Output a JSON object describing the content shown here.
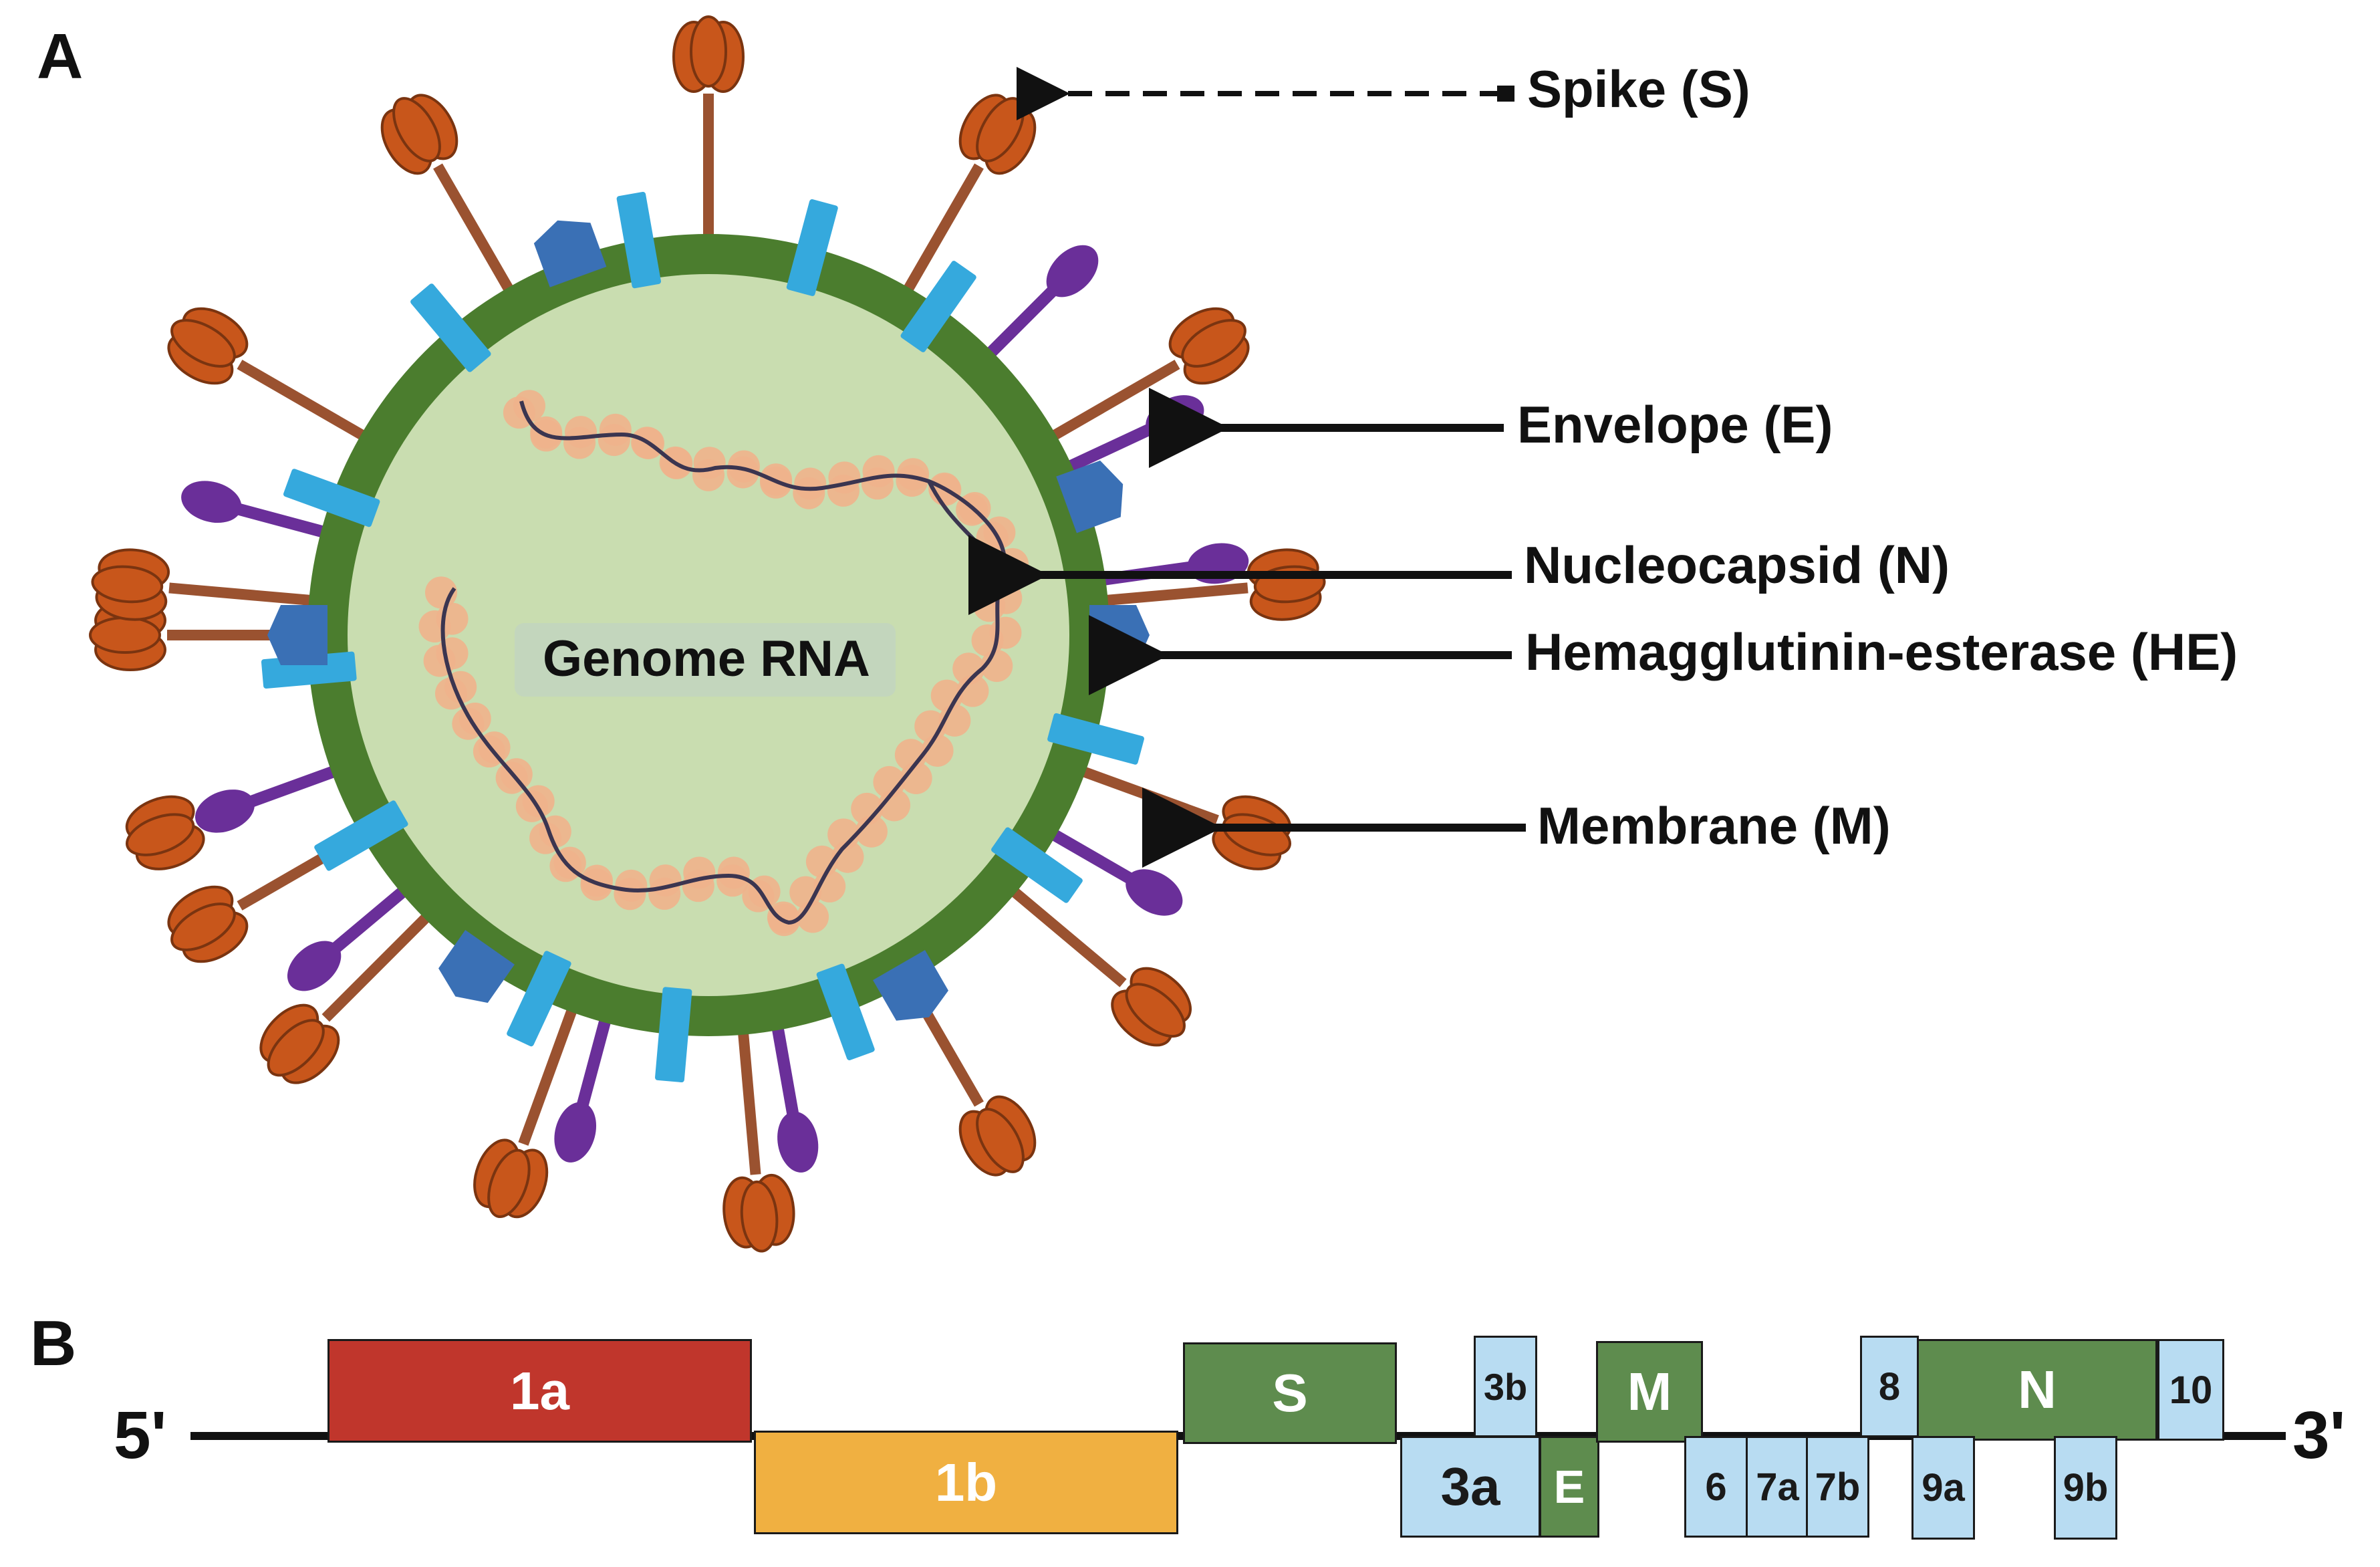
{
  "panels": {
    "a": "A",
    "b": "B"
  },
  "virion": {
    "center_label": "Genome RNA",
    "colors": {
      "membrane": "#4b7d2e",
      "interior": "#c9ddb0",
      "spike_stalk": "#9a5230",
      "spike_head": "#c8561b",
      "envelope_protein": "#6a2f99",
      "membrane_protein": "#35a9dd",
      "he_protein": "#3a70b5",
      "nucleocapsid": "#f0b28c",
      "rna": "#3b3550"
    },
    "callouts": [
      {
        "id": "spike",
        "label": "Spike (S)",
        "line": "dashed"
      },
      {
        "id": "envelope",
        "label": "Envelope (E)",
        "line": "solid"
      },
      {
        "id": "nucleocapsid",
        "label": "Nucleocapsid (N)",
        "line": "solid"
      },
      {
        "id": "he",
        "label": "Hemagglutinin-esterase (HE)",
        "line": "solid"
      },
      {
        "id": "membrane",
        "label": "Membrane (M)",
        "line": "solid"
      }
    ]
  },
  "genome": {
    "five_prime": "5'",
    "three_prime": "3'",
    "genes": [
      {
        "id": "1a",
        "label": "1a",
        "color": "#c0362c",
        "text_color": "#ffffff"
      },
      {
        "id": "1b",
        "label": "1b",
        "color": "#f0b041",
        "text_color": "#ffffff"
      },
      {
        "id": "S",
        "label": "S",
        "color": "#5e8c4e",
        "text_color": "#ffffff"
      },
      {
        "id": "3b",
        "label": "3b",
        "color": "#b8dcf2",
        "text_color": "#1a1a1a"
      },
      {
        "id": "3a",
        "label": "3a",
        "color": "#b8dcf2",
        "text_color": "#1a1a1a"
      },
      {
        "id": "E",
        "label": "E",
        "color": "#5e8c4e",
        "text_color": "#ffffff"
      },
      {
        "id": "M",
        "label": "M",
        "color": "#5e8c4e",
        "text_color": "#ffffff"
      },
      {
        "id": "6",
        "label": "6",
        "color": "#b8dcf2",
        "text_color": "#1a1a1a"
      },
      {
        "id": "7a",
        "label": "7a",
        "color": "#b8dcf2",
        "text_color": "#1a1a1a"
      },
      {
        "id": "7b",
        "label": "7b",
        "color": "#b8dcf2",
        "text_color": "#1a1a1a"
      },
      {
        "id": "8",
        "label": "8",
        "color": "#b8dcf2",
        "text_color": "#1a1a1a"
      },
      {
        "id": "N",
        "label": "N",
        "color": "#5e8c4e",
        "text_color": "#ffffff"
      },
      {
        "id": "9a",
        "label": "9a",
        "color": "#b8dcf2",
        "text_color": "#1a1a1a"
      },
      {
        "id": "9b",
        "label": "9b",
        "color": "#b8dcf2",
        "text_color": "#1a1a1a"
      },
      {
        "id": "10",
        "label": "10",
        "color": "#b8dcf2",
        "text_color": "#1a1a1a"
      }
    ]
  }
}
